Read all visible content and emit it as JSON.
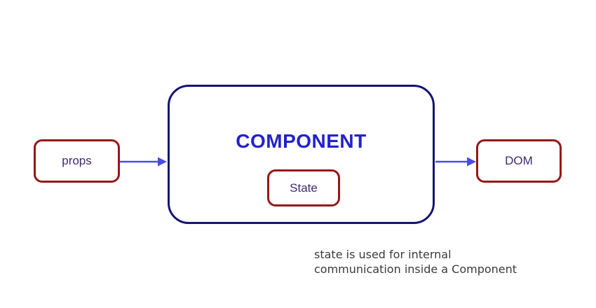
{
  "diagram": {
    "props_label": "props",
    "component_label": "COMPONENT",
    "state_label": "State",
    "dom_label": "DOM",
    "caption_lines": [
      "state is used for internal",
      "communication inside a Component"
    ]
  },
  "icons": {
    "arrow_1": "right-arrow-icon",
    "arrow_2": "right-arrow-icon"
  },
  "colors": {
    "box_border_red": "#941818",
    "component_border_navy": "#141470",
    "component_text_blue": "#2222cc",
    "box_label_purple": "#3d2a70",
    "arrow_blue": "#4a4ae8",
    "caption_gray": "#3b3b3b",
    "background": "#ffffff"
  }
}
